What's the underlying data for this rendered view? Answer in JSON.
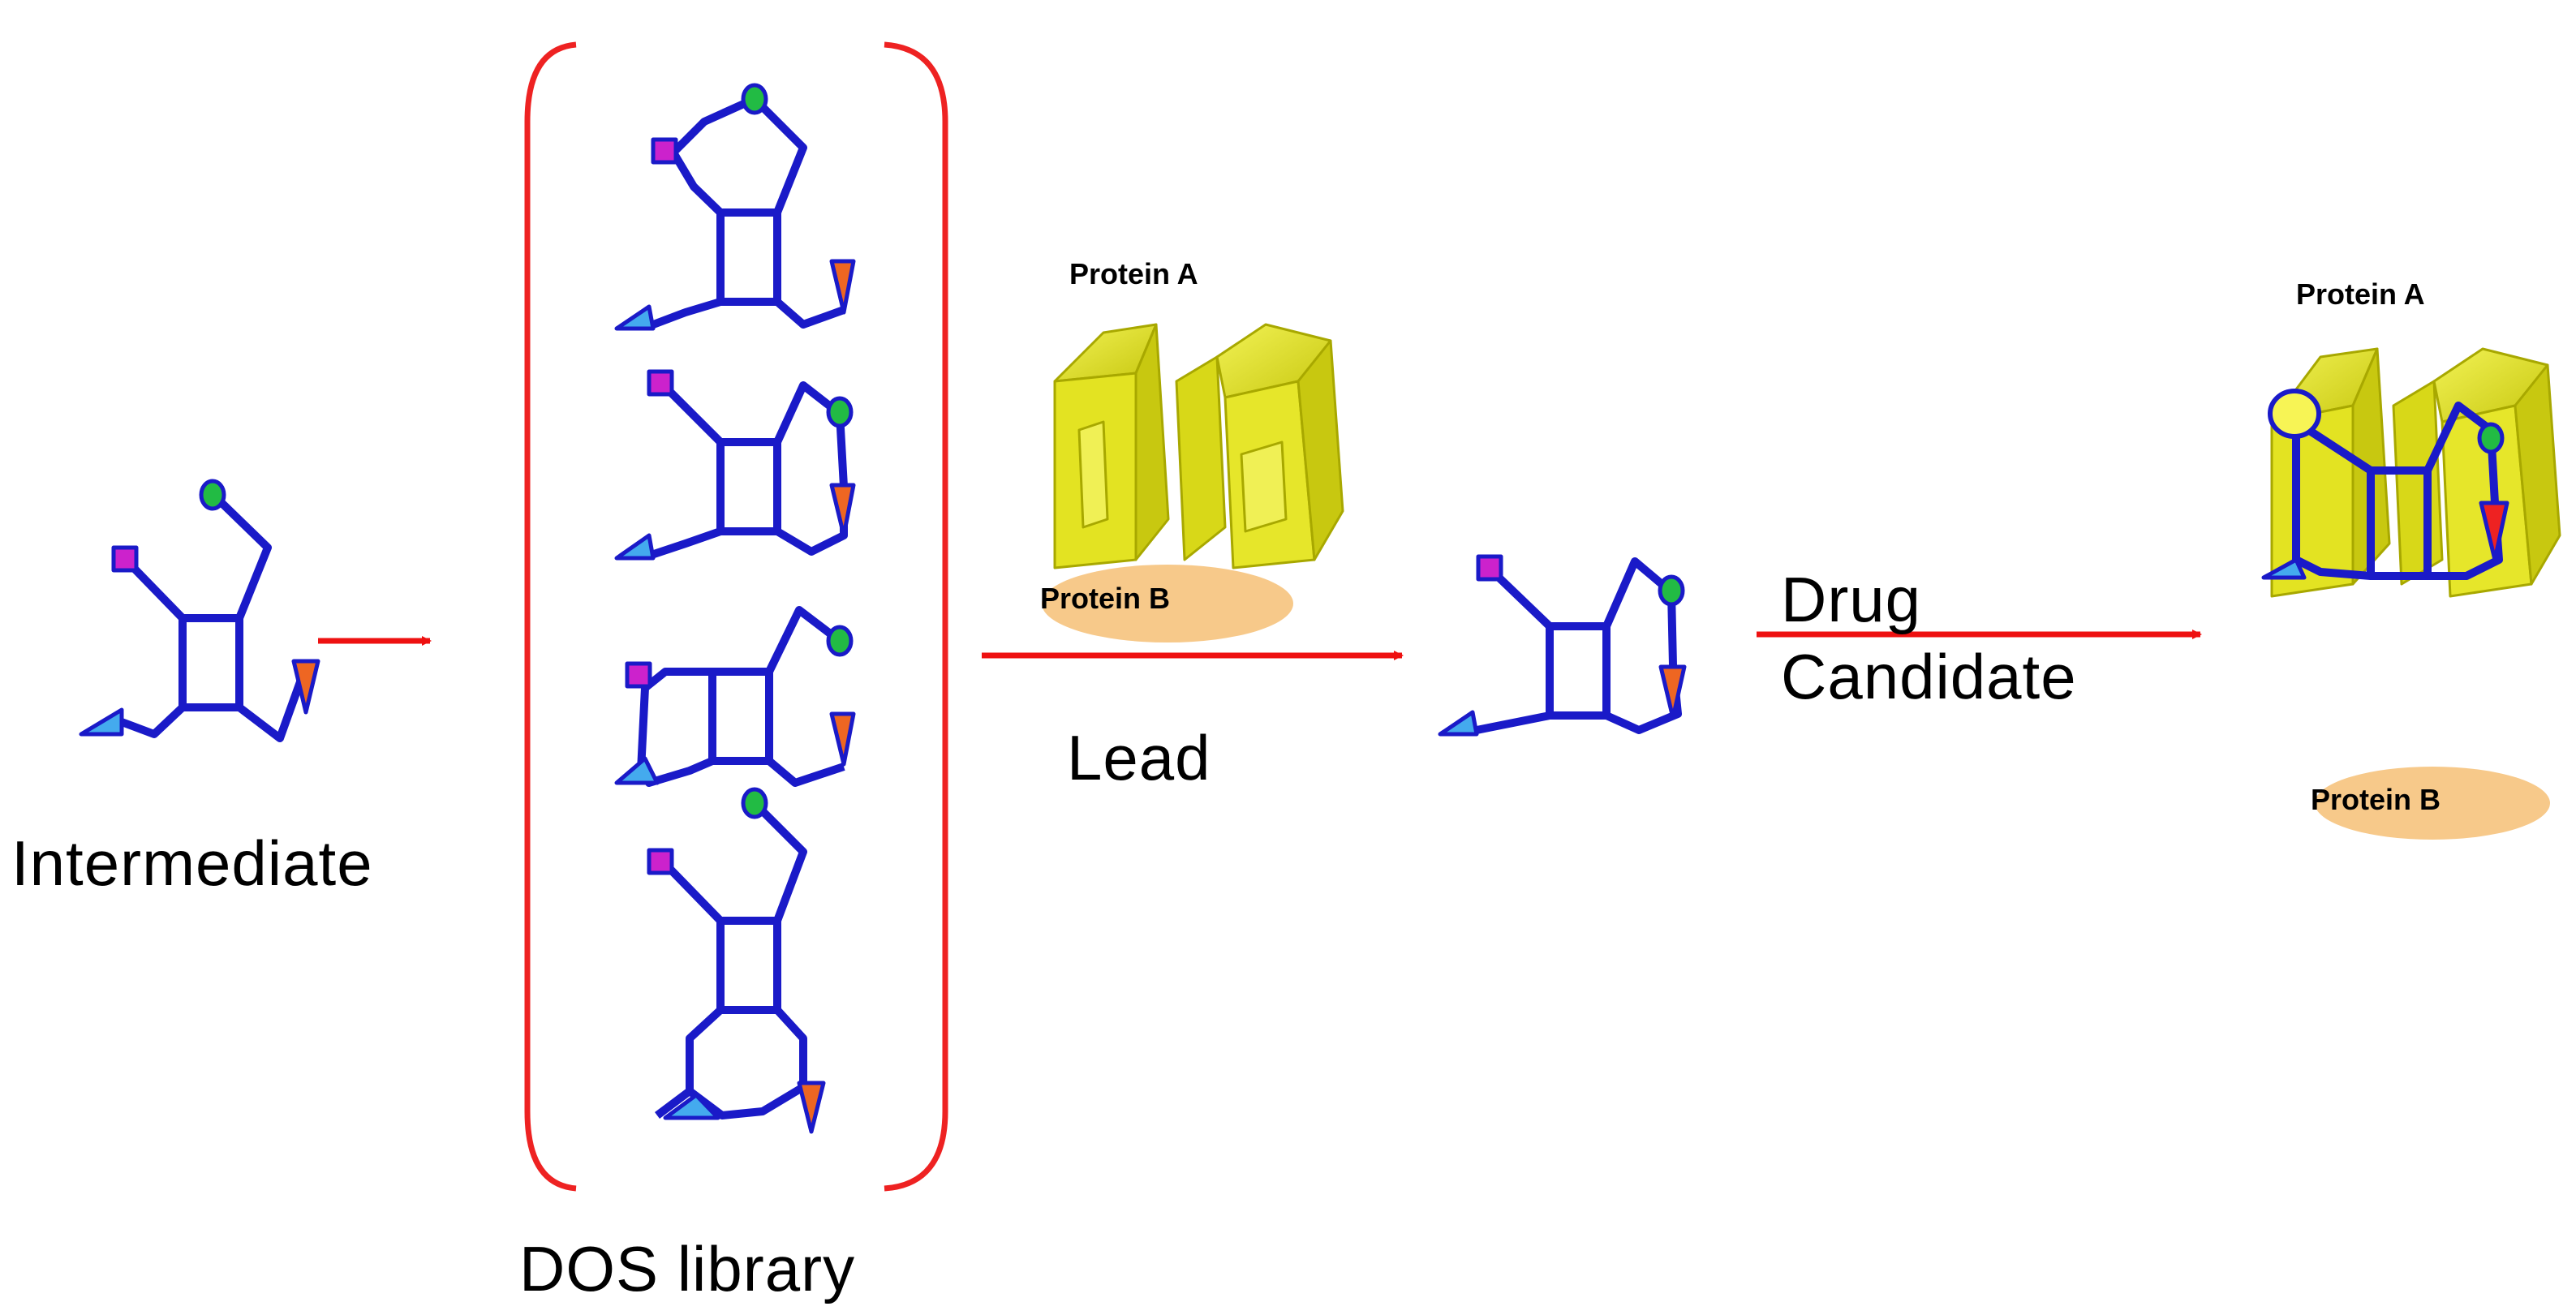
{
  "labels": {
    "intermediate": "Intermediate",
    "library": "DOS library",
    "protein_a": "Protein A",
    "protein_b": "Protein B",
    "lead": "Lead",
    "drug_line1": "Drug",
    "drug_line2": "Candidate",
    "protein_a_2": "Protein A",
    "protein_b_2": "Protein B"
  },
  "colors": {
    "bond": "#1a1ac8",
    "arrow": "#ee1111",
    "bracket": "#ee2222",
    "square_marker": "#cc22cc",
    "circle_marker": "#22bb44",
    "triangle_marker": "#44aaee",
    "wedge_marker": "#ee6622",
    "protein_a": "#dddd22",
    "protein_b": "#f7c98a"
  },
  "icons": [
    "square-marker",
    "circle-marker",
    "triangle-marker",
    "wedge-marker",
    "protein-a-block",
    "protein-b-oval"
  ]
}
